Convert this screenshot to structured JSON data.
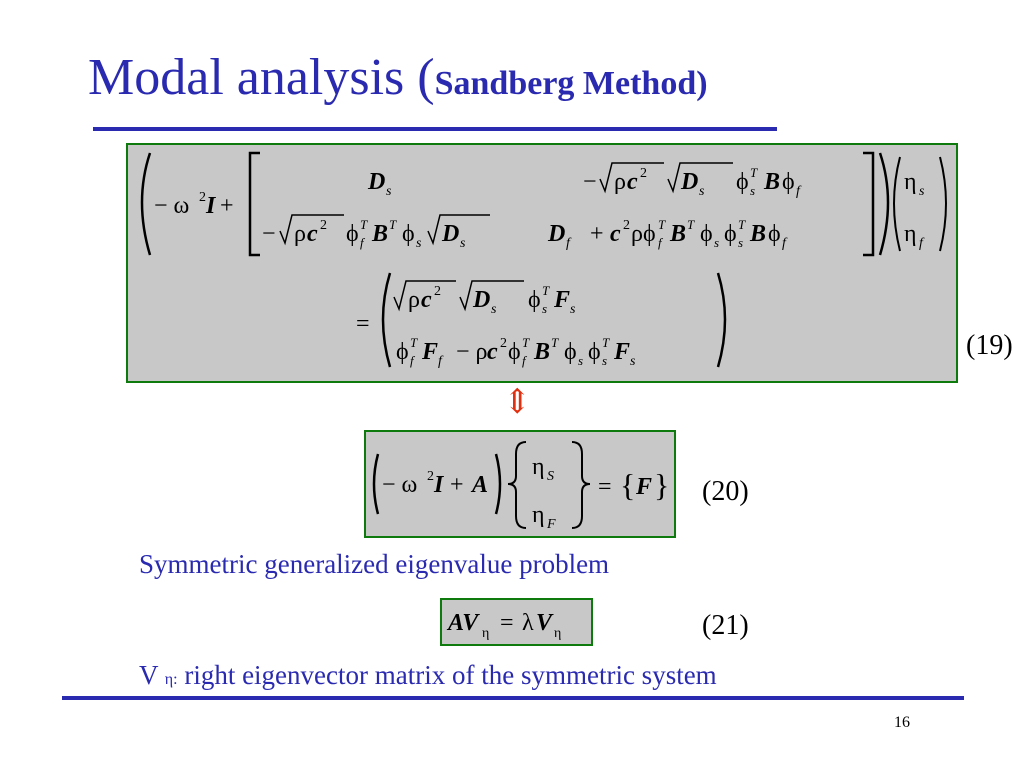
{
  "slide": {
    "title_main": "Modal analysis (",
    "title_sub": "Sandberg Method)",
    "equation_numbers": [
      "(19)",
      "(20)",
      "(21)"
    ],
    "caption_symmetric": "Symmetric generalized eigenvalue problem",
    "caption_v_symbol": "V",
    "caption_v_subscript": "η:",
    "caption_v_text": "right eigenvector matrix of the symmetric system",
    "page_number": "16",
    "arrow_symbol": "⇕",
    "colors": {
      "title_blue": "#2a2ab0",
      "box_fill": "#c8c8c8",
      "box_border": "#0e7a0e",
      "arrow_red": "#e03010"
    }
  }
}
